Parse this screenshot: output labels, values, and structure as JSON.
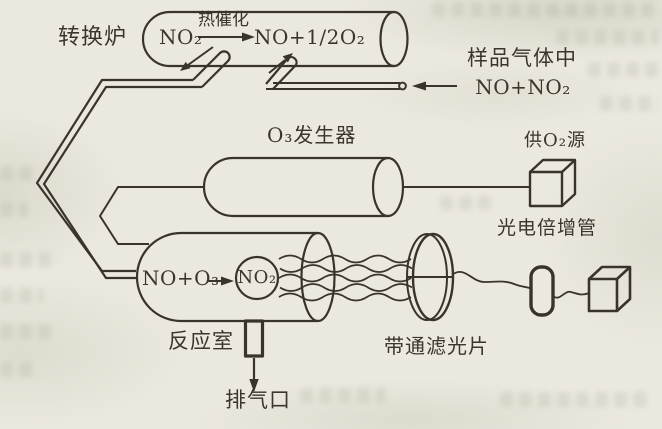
{
  "labels": {
    "converter": "转换炉",
    "converter_reactant": "NO₂",
    "converter_catalyst": "热催化",
    "converter_product": "NO+1/2O₂",
    "sample_line1": "样品气体中",
    "sample_line2": "NO+NO₂",
    "ozone_generator": "O₃发生器",
    "o2_supply": "供O₂源",
    "photomultiplier": "光电倍增管",
    "chamber_reactants": "NO+O₃",
    "chamber_product": "NO₂",
    "reaction_chamber": "反应室",
    "bandpass_filter": "带通滤光片",
    "exhaust": "排气口"
  },
  "colors": {
    "paper": "#ebe8dd",
    "ink": "#39342b"
  }
}
